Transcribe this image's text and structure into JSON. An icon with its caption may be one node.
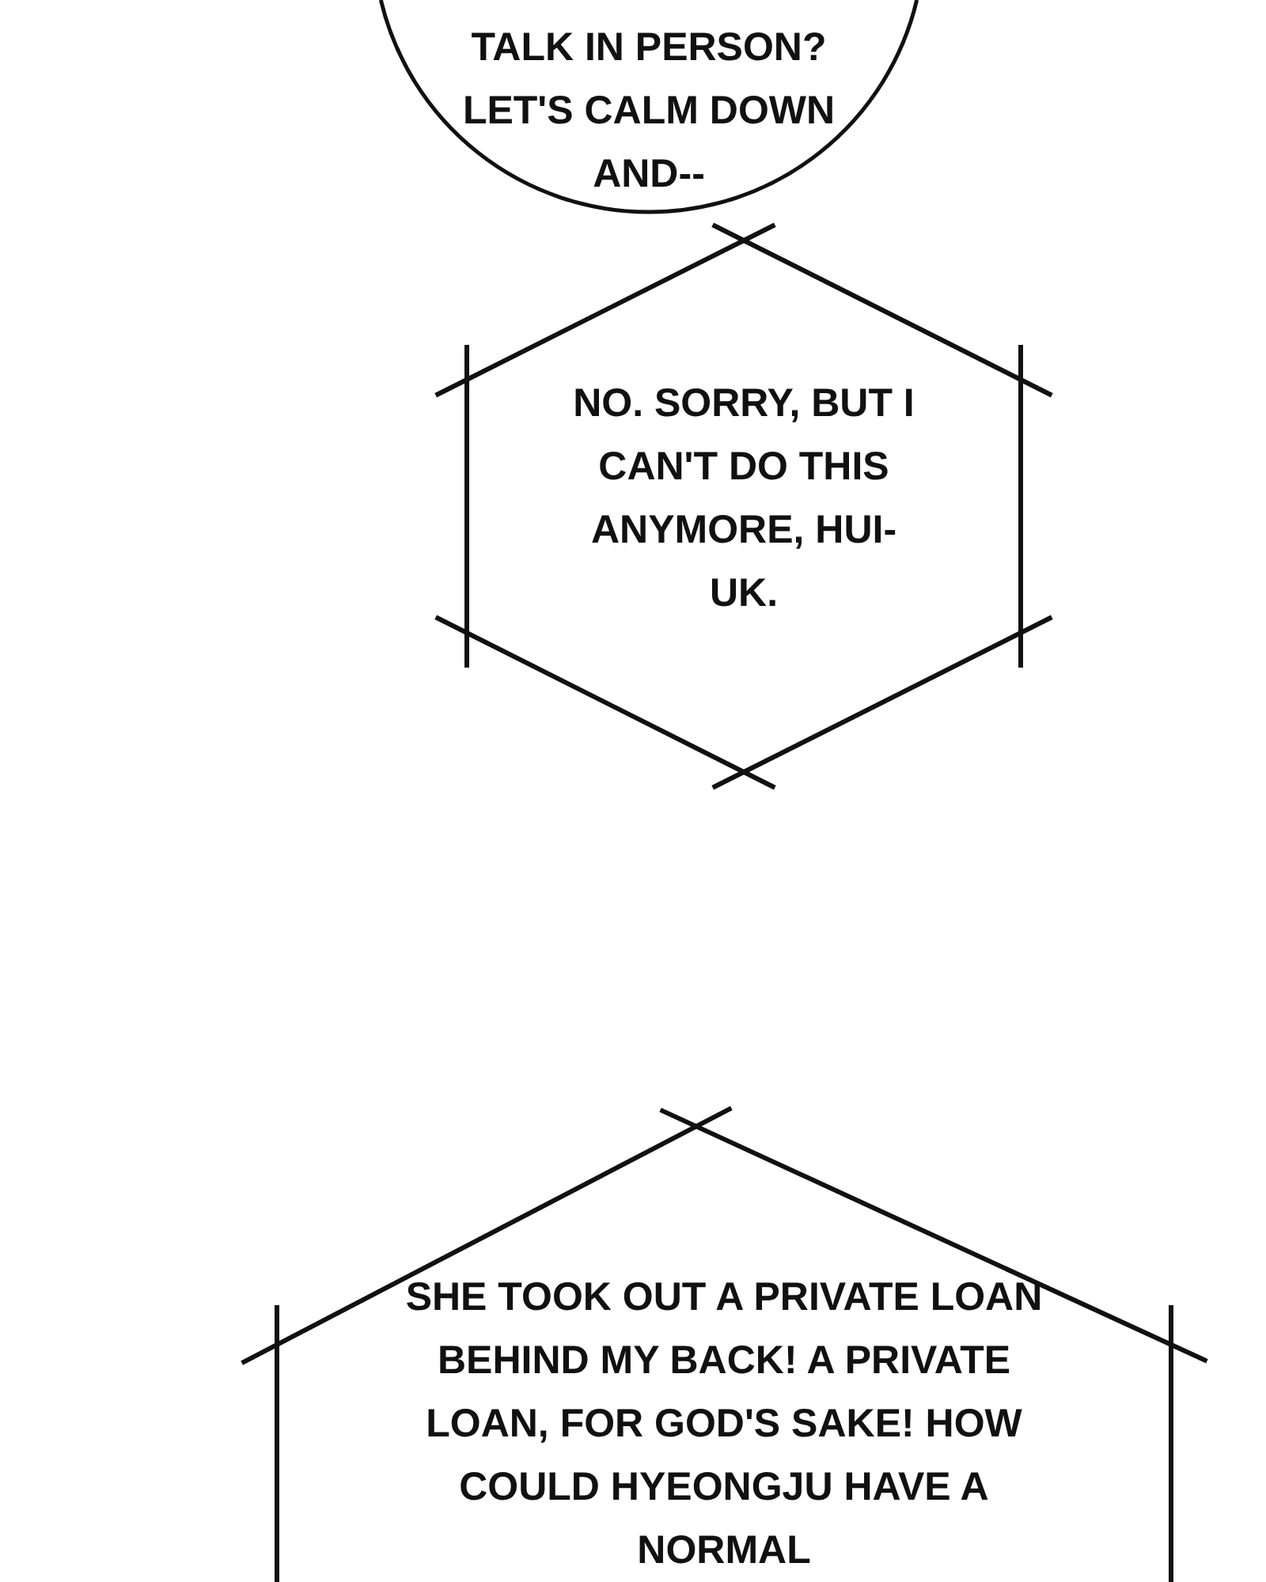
{
  "diagram": {
    "nodes": [
      {
        "text": [
          "TALK IN PERSON? LET'S CALM DOWN AND--"
        ]
      },
      {
        "text": [
          "NO. SORRY, BUT I CAN'T DO THIS ANYMORE, HUI-UK."
        ]
      },
      {
        "text": [
          "SHE TOOK OUT A PRIVATE LOAN BEHIND MY BACK! A PRIVATE LOAN, FOR GOD'S SAKE! HOW COULD HYEONGJU HAVE A NORMAL"
        ]
      }
    ],
    "edges": []
  }
}
